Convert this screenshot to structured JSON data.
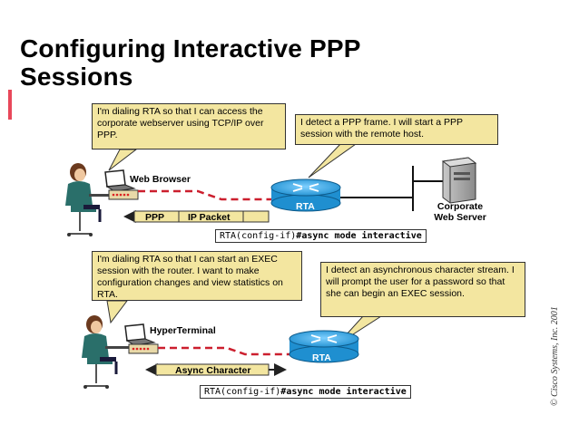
{
  "slide": {
    "title_line1": "Configuring Interactive PPP",
    "title_line2": "Sessions",
    "copyright": "© Cisco Systems, Inc. 2001"
  },
  "top": {
    "callout_user": "I'm dialing RTA so that I can access the corporate webserver using TCP/IP over PPP.",
    "callout_router": "I detect a PPP frame. I will start a PPP session with the remote host.",
    "app_label": "Web Browser",
    "router_label": "RTA",
    "server_label_line1": "Corporate",
    "server_label_line2": "Web Server",
    "packet_ppp": "PPP",
    "packet_ip": "IP Packet",
    "command_prompt": "RTA(config-if)",
    "command_text": "#async mode interactive"
  },
  "bottom": {
    "callout_user": "I'm dialing RTA so that I can start an EXEC session with the router. I want to make configuration changes and view statistics on RTA.",
    "callout_router": "I detect an asynchronous character stream. I will prompt the user for a password so that she can begin an EXEC session.",
    "app_label": "HyperTerminal",
    "router_label": "RTA",
    "packet_async": "Async Character",
    "command_prompt": "RTA(config-if)",
    "command_text": "#async mode interactive"
  },
  "colors": {
    "callout_fill": "#f3e6a0",
    "router_blue": "#1f8fd0",
    "dashed_link": "#cc1f2e",
    "packet_fill": "#f3e6a0",
    "accent_bar": "#e8485a"
  }
}
